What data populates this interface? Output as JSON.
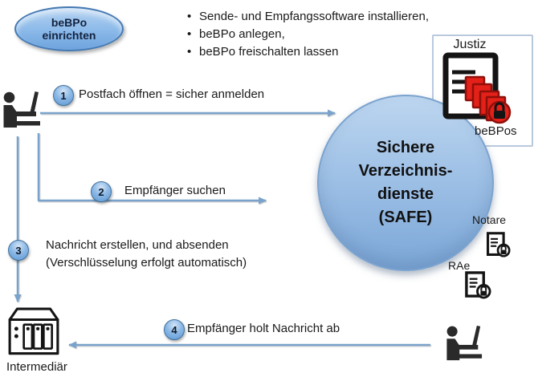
{
  "title_ellipse": {
    "line1": "beBPo",
    "line2": "einrichten"
  },
  "checklist": {
    "bullet_char": "•",
    "items": [
      "Sende- und Empfangssoftware installieren,",
      "beBPo anlegen,",
      "beBPo freischalten lassen"
    ]
  },
  "justiz": {
    "title": "Justiz",
    "badge_label": "beBPos"
  },
  "safe": {
    "lines": [
      "Sichere",
      "Verzeichnis-",
      "dienste",
      "(SAFE)"
    ]
  },
  "steps": [
    {
      "num": "1",
      "label": "Postfach öffnen = sicher anmelden"
    },
    {
      "num": "2",
      "label": "Empfänger suchen"
    },
    {
      "num": "3",
      "label": "Nachricht erstellen, und absenden",
      "sublabel": "(Verschlüsselung erfolgt automatisch)"
    },
    {
      "num": "4",
      "label": "Empfänger holt Nachricht ab"
    }
  ],
  "labels": {
    "notare": "Notare",
    "rae": "RAe",
    "intermediaer": "Intermediär"
  },
  "icons": {
    "person_sender": "person-at-laptop",
    "person_recipient": "person-at-laptop",
    "intermediaer": "server-box",
    "justiz": "register-with-red-bebpo-stack-and-lock",
    "notare": "document-with-lock",
    "rae": "document-with-lock"
  },
  "colors": {
    "connector": "#7aa3cc",
    "safe_circle_top": "#bdd6f0",
    "safe_circle_bottom": "#7ca7d8",
    "ellipse_fill": "#8ab9e9",
    "badge_fill": "#5b97d4",
    "doc_red": "#e32119"
  }
}
